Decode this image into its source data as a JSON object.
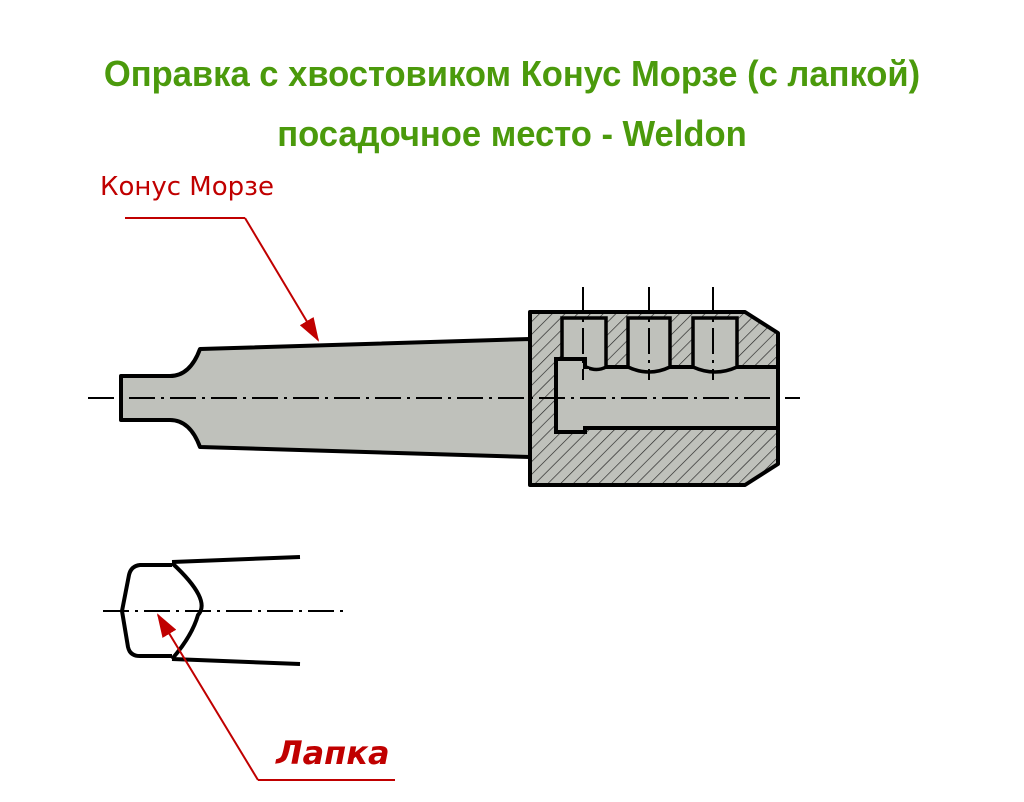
{
  "title": {
    "line1": "Оправка с хвостовиком Конус Морзе (с лапкой)",
    "line2": "посадочное место - Weldon"
  },
  "labels": {
    "morse_taper": "Конус Морзе",
    "tang": "Лапка"
  },
  "colors": {
    "title": "#4b9a0c",
    "callout": "#c00000",
    "part_fill": "#bfc1bb",
    "outline": "#000000"
  }
}
